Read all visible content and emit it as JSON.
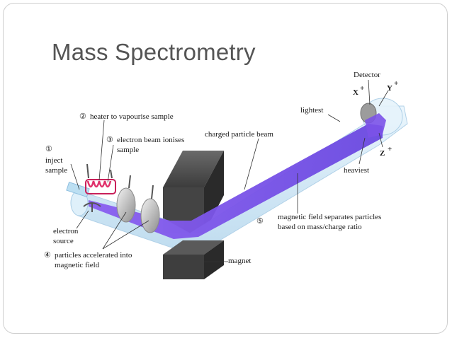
{
  "title": "Mass Spectrometry",
  "steps": {
    "s1": {
      "num": "①",
      "lines": [
        "inject",
        "sample"
      ]
    },
    "s2": {
      "num": "②",
      "text": "heater to vapourise sample"
    },
    "s3": {
      "num": "③",
      "lines": [
        "electron beam ionises",
        "sample"
      ]
    },
    "s4": {
      "num": "④",
      "lines": [
        "particles accelerated into",
        "magnetic field"
      ]
    },
    "s5": {
      "num": "⑤",
      "lines": [
        "magnetic field separates particles",
        "based on mass/charge ratio"
      ]
    }
  },
  "labels": {
    "electron_source": [
      "electron",
      "source"
    ],
    "charged_particle_beam": "charged particle beam",
    "magnet": "magnet",
    "lightest": "lightest",
    "heaviest": "heaviest",
    "detector": "Detector",
    "x": "X",
    "y": "Y",
    "z": "Z",
    "plus": "+"
  },
  "colors": {
    "beam": "#7a55e6",
    "tube": "#d4eaf7",
    "magnet": "#3a3a3a",
    "coil": "#c8205a",
    "title": "#555555"
  }
}
